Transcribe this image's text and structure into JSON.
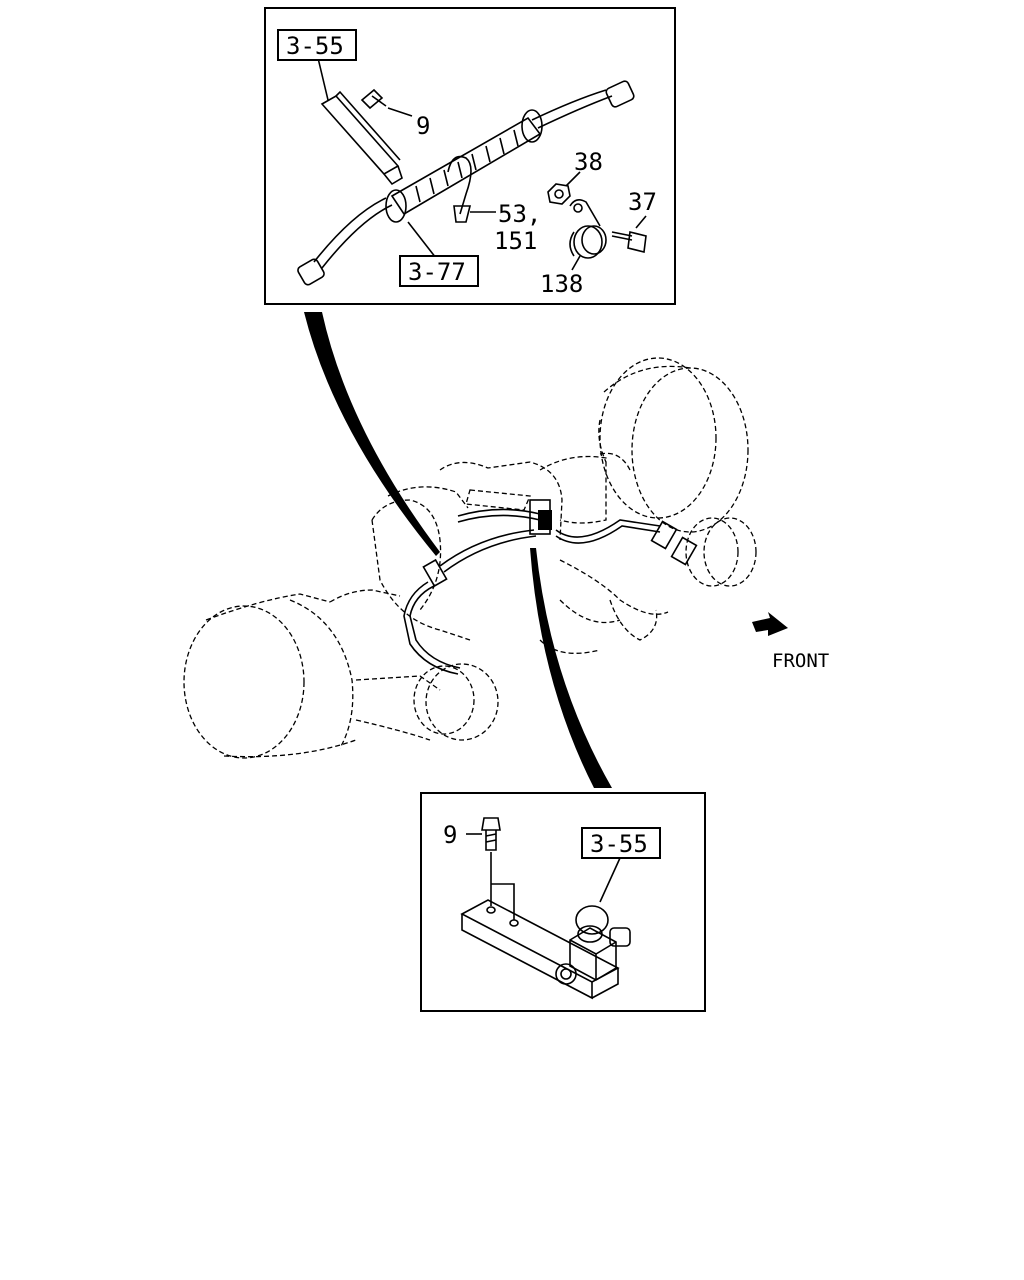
{
  "callouts": {
    "ref_top": "3-55",
    "ref_hose": "3-77",
    "ref_bottom": "3-55",
    "bolt_top": "9",
    "nut": "38",
    "clip": "53,",
    "clip_alt": "151",
    "bolt_clamp": "37",
    "clamp": "138",
    "bolt_bottom": "9"
  },
  "direction": {
    "label": "FRONT"
  }
}
